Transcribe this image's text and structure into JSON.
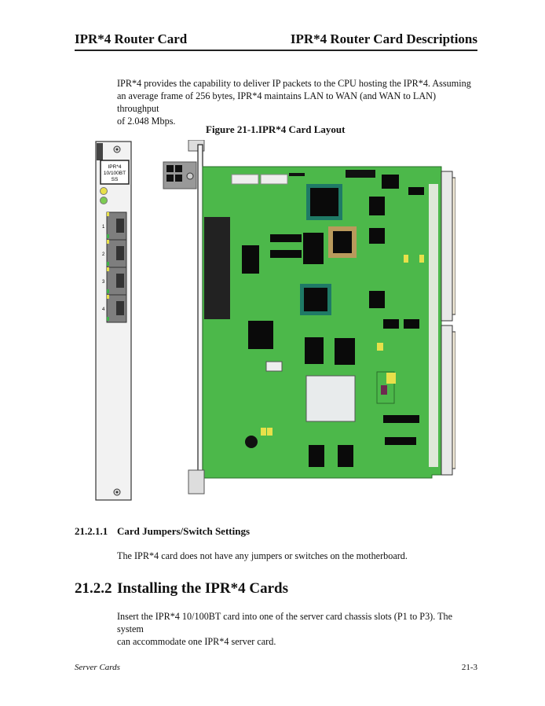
{
  "header": {
    "left_title": "IPR*4 Router Card",
    "right_title": "IPR*4 Router Card Descriptions"
  },
  "intro_paragraph": {
    "line1": "IPR*4 provides the capability to deliver IP packets to the CPU hosting the IPR*4. Assuming",
    "line2": "an average frame of 256 bytes, IPR*4 maintains LAN to WAN (and WAN to LAN) throughput",
    "line3": "of 2.048 Mbps."
  },
  "figure": {
    "title": "Figure 21-1.IPR*4 Card Layout",
    "faceplate_label": [
      "IPR*4",
      "10/100BT",
      "SS"
    ],
    "port_numbers": [
      "1",
      "2",
      "3",
      "4"
    ],
    "colors": {
      "board_green": "#4cb84a",
      "led_yellow": "#e8e04a",
      "led_green": "#7ccc52",
      "faceplate": "#f2f2f2",
      "chip": "#0a0a0a",
      "heatsink_teal": "#1f7a66",
      "connector": "#e8e8e8"
    }
  },
  "section_jumpers": {
    "number": "21.2.1.1",
    "title": "Card Jumpers/Switch Settings",
    "body": "The IPR*4 card does not have any jumpers or switches on the motherboard."
  },
  "section_install": {
    "number": "21.2.2",
    "title": "Installing the IPR*4 Cards",
    "line1": "Insert the IPR*4 10/100BT card into one of the server card chassis slots (P1 to P3). The system",
    "line2": "can accommodate one IPR*4 server card."
  },
  "footer": {
    "left": "Server Cards",
    "right": "21-3"
  }
}
